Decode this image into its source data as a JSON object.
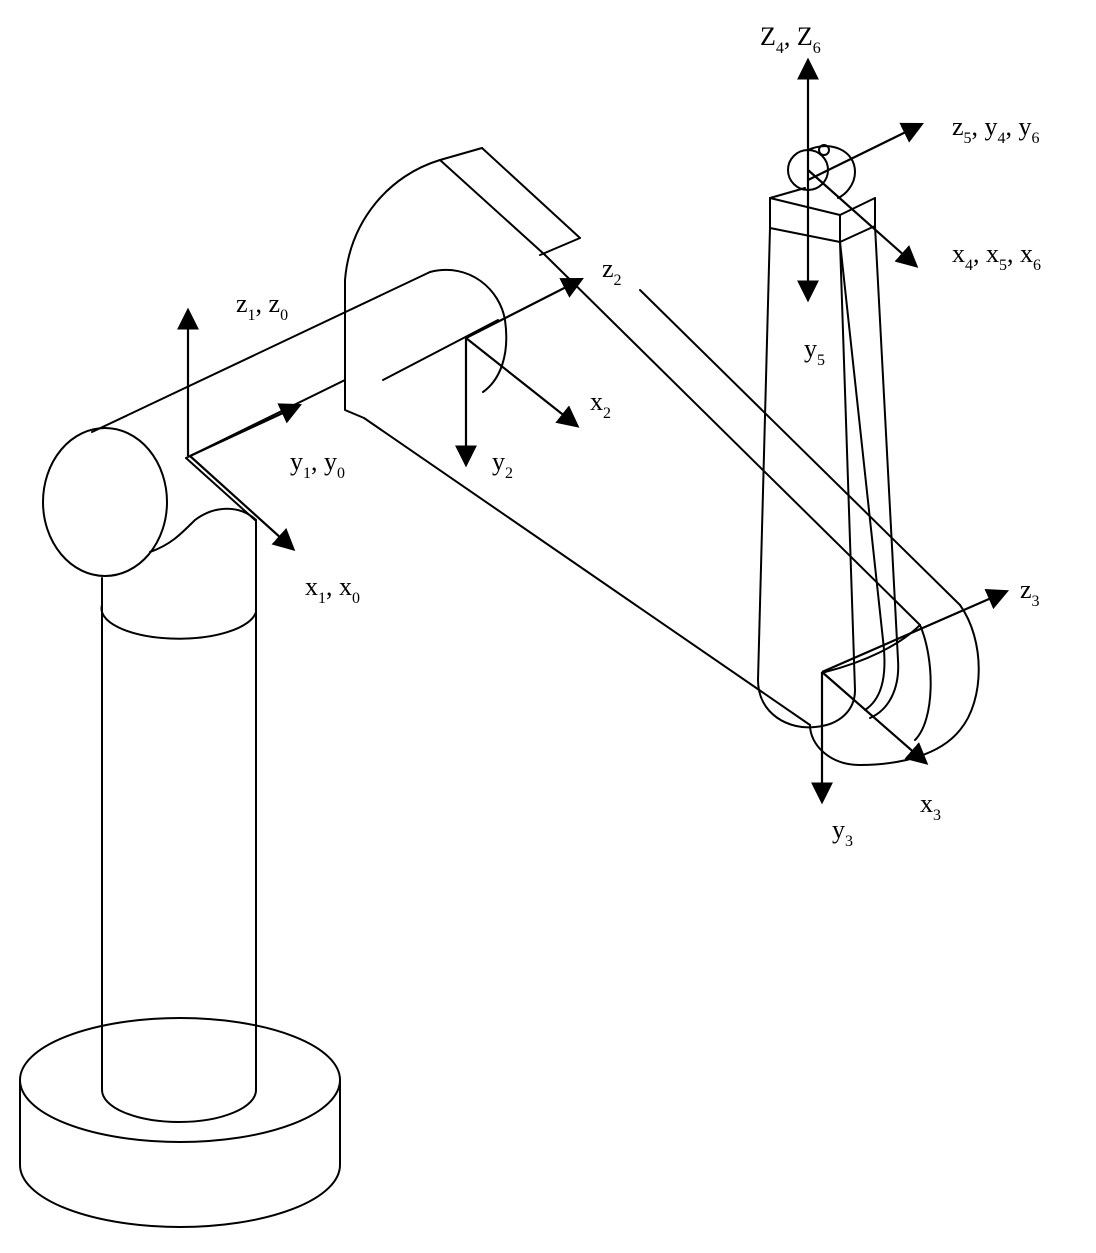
{
  "labels": {
    "z1z0": [
      {
        "b": "z",
        "s": "1"
      },
      {
        "b": ", z",
        "s": "0"
      }
    ],
    "y1y0": [
      {
        "b": "y",
        "s": "1"
      },
      {
        "b": ", y",
        "s": "0"
      }
    ],
    "x1x0": [
      {
        "b": "x",
        "s": "1"
      },
      {
        "b": ", x",
        "s": "0"
      }
    ],
    "z2": [
      {
        "b": "z",
        "s": "2"
      }
    ],
    "x2": [
      {
        "b": "x",
        "s": "2"
      }
    ],
    "y2": [
      {
        "b": "y",
        "s": "2"
      }
    ],
    "z4z6": [
      {
        "b": "Z",
        "s": "4"
      },
      {
        "b": ", Z",
        "s": "6"
      }
    ],
    "z5y4y6": [
      {
        "b": "z",
        "s": "5"
      },
      {
        "b": ", y",
        "s": "4"
      },
      {
        "b": ", y",
        "s": "6"
      }
    ],
    "x4x5x6": [
      {
        "b": "x",
        "s": "4"
      },
      {
        "b": ", x",
        "s": "5"
      },
      {
        "b": ", x",
        "s": "6"
      }
    ],
    "y5": [
      {
        "b": "y",
        "s": "5"
      }
    ],
    "z3": [
      {
        "b": "z",
        "s": "3"
      }
    ],
    "y3": [
      {
        "b": "y",
        "s": "3"
      }
    ],
    "x3": [
      {
        "b": "x",
        "s": "3"
      }
    ]
  },
  "colors": {
    "stroke": "#000000",
    "background": "#ffffff"
  }
}
